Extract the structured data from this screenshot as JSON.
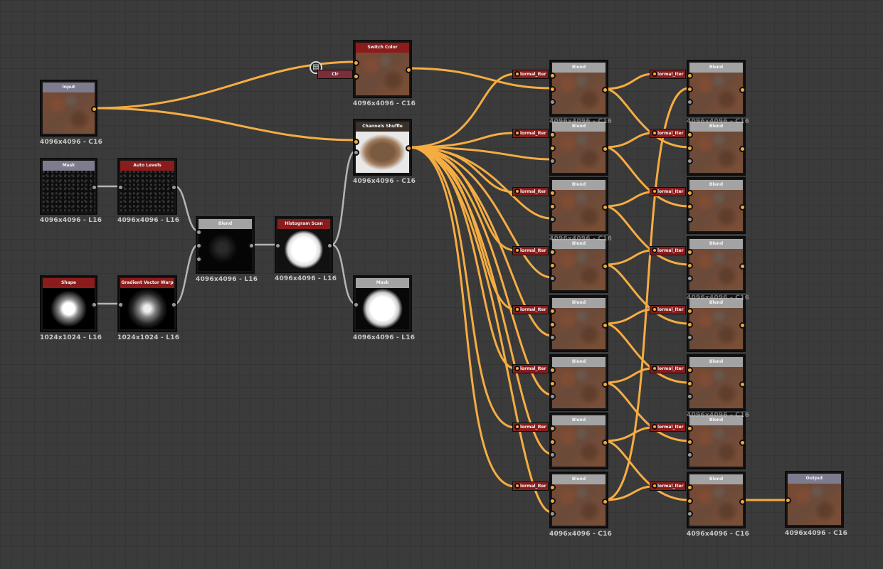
{
  "colors": {
    "wire_orange": "#f5ad42",
    "wire_gray": "#b5b5b5",
    "title_red": "#8a1c1c",
    "title_gray": "#a3a3a3",
    "title_lavender": "#7d7b8e",
    "title_dark": "#3a322a",
    "tag_red": "#8a1c1c",
    "tag_clr": "#7a2e3a"
  },
  "icons": {
    "comment": "document-icon"
  },
  "clr_label": "Clr",
  "nodes": [
    {
      "title": "Input",
      "size": "4096x4096 - C16"
    },
    {
      "title": "Mask",
      "size": "4096x4096 - L16"
    },
    {
      "title": "Auto Levels",
      "size": "4096x4096 - L16"
    },
    {
      "title": "Shape",
      "size": "1024x1024 - L16"
    },
    {
      "title": "Gradient Vector Warp",
      "size": "1024x1024 - L16"
    },
    {
      "title": "Blend",
      "size": "4096x4096 - L16"
    },
    {
      "title": "Histogram Scan",
      "size": "4096x4096 - L16"
    },
    {
      "title": "Switch Color",
      "size": "4096x4096 - C16"
    },
    {
      "title": "Channels Shuffle",
      "size": "4096x4096 - C16"
    },
    {
      "title": "Mask",
      "size": "4096x4096 - L16"
    },
    {
      "title": "Blend",
      "size": ""
    },
    {
      "title": "Blend",
      "size": ""
    },
    {
      "title": "Blend",
      "size": ""
    },
    {
      "title": "Blend",
      "size": ""
    },
    {
      "title": "Blend",
      "size": ""
    },
    {
      "title": "Blend",
      "size": ""
    },
    {
      "title": "Blend",
      "size": ""
    },
    {
      "title": "Blend",
      "size": "4096x4096 - C16"
    },
    {
      "title": "Blend",
      "size": ""
    },
    {
      "title": "Blend",
      "size": ""
    },
    {
      "title": "Blend",
      "size": ""
    },
    {
      "title": "Blend",
      "size": ""
    },
    {
      "title": "Blend",
      "size": ""
    },
    {
      "title": "Blend",
      "size": ""
    },
    {
      "title": "Blend",
      "size": ""
    },
    {
      "title": "Blend",
      "size": "4096x4096 - C16"
    },
    {
      "title": "Output",
      "size": "4096x4096 - C16"
    }
  ],
  "tags": [
    "lormal_Iter",
    "lormal_Iter",
    "lormal_Iter",
    "lormal_Iter",
    "lormal_Iter",
    "lormal_Iter",
    "lormal_Iter",
    "lormal_Iter",
    "lormal_Iter",
    "lormal_Iter",
    "lormal_Iter",
    "lormal_Iter",
    "lormal_Iter",
    "lormal_Iter",
    "lormal_Iter",
    "lormal_Iter"
  ],
  "overlap_labels": [
    "4096x4096 - C16",
    "4096x4096 - C16",
    "4096x4096 - C16",
    "4096x4096 - C16",
    "4096x4096 - C16"
  ]
}
